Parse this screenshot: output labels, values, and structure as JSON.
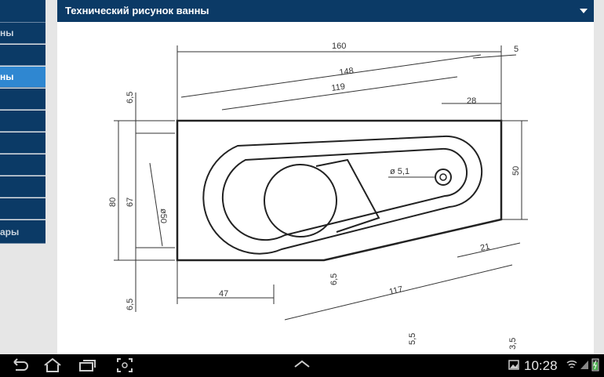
{
  "sidebar": {
    "items": [
      {
        "label": "",
        "active": false
      },
      {
        "label": "ны",
        "active": false
      },
      {
        "label": "",
        "active": false
      },
      {
        "label": "ны",
        "active": true
      },
      {
        "label": "",
        "active": false
      },
      {
        "label": "",
        "active": false
      },
      {
        "label": "",
        "active": false
      },
      {
        "label": "",
        "active": false
      },
      {
        "label": "",
        "active": false
      },
      {
        "label": "",
        "active": false
      },
      {
        "label": "ары",
        "active": false
      }
    ]
  },
  "panel": {
    "title": "Технический рисунок ванны"
  },
  "drawing": {
    "dimensions": {
      "total_length": "160",
      "top_length": "148",
      "inner_length": "119",
      "top_right_offset": "5",
      "right_offset": "28",
      "drain_diameter": "ø 5,1",
      "right_height": "50",
      "right_bottom": "21",
      "bottom_right_length": "117",
      "bottom_left_length": "47",
      "bottom_rim": "6,5",
      "left_total_height": "80",
      "left_inner_height": "67",
      "bowl_diameter": "ø50",
      "top_rim": "6,5",
      "bottom_left_rim": "6,5",
      "bottom_partial_1": "5,5",
      "bottom_partial_2": "3,5"
    }
  },
  "statusbar": {
    "time": "10:28"
  },
  "colors": {
    "header_bg": "#0b3a66",
    "sidebar_active": "#2f87d1",
    "navbar_bg": "#000000"
  }
}
